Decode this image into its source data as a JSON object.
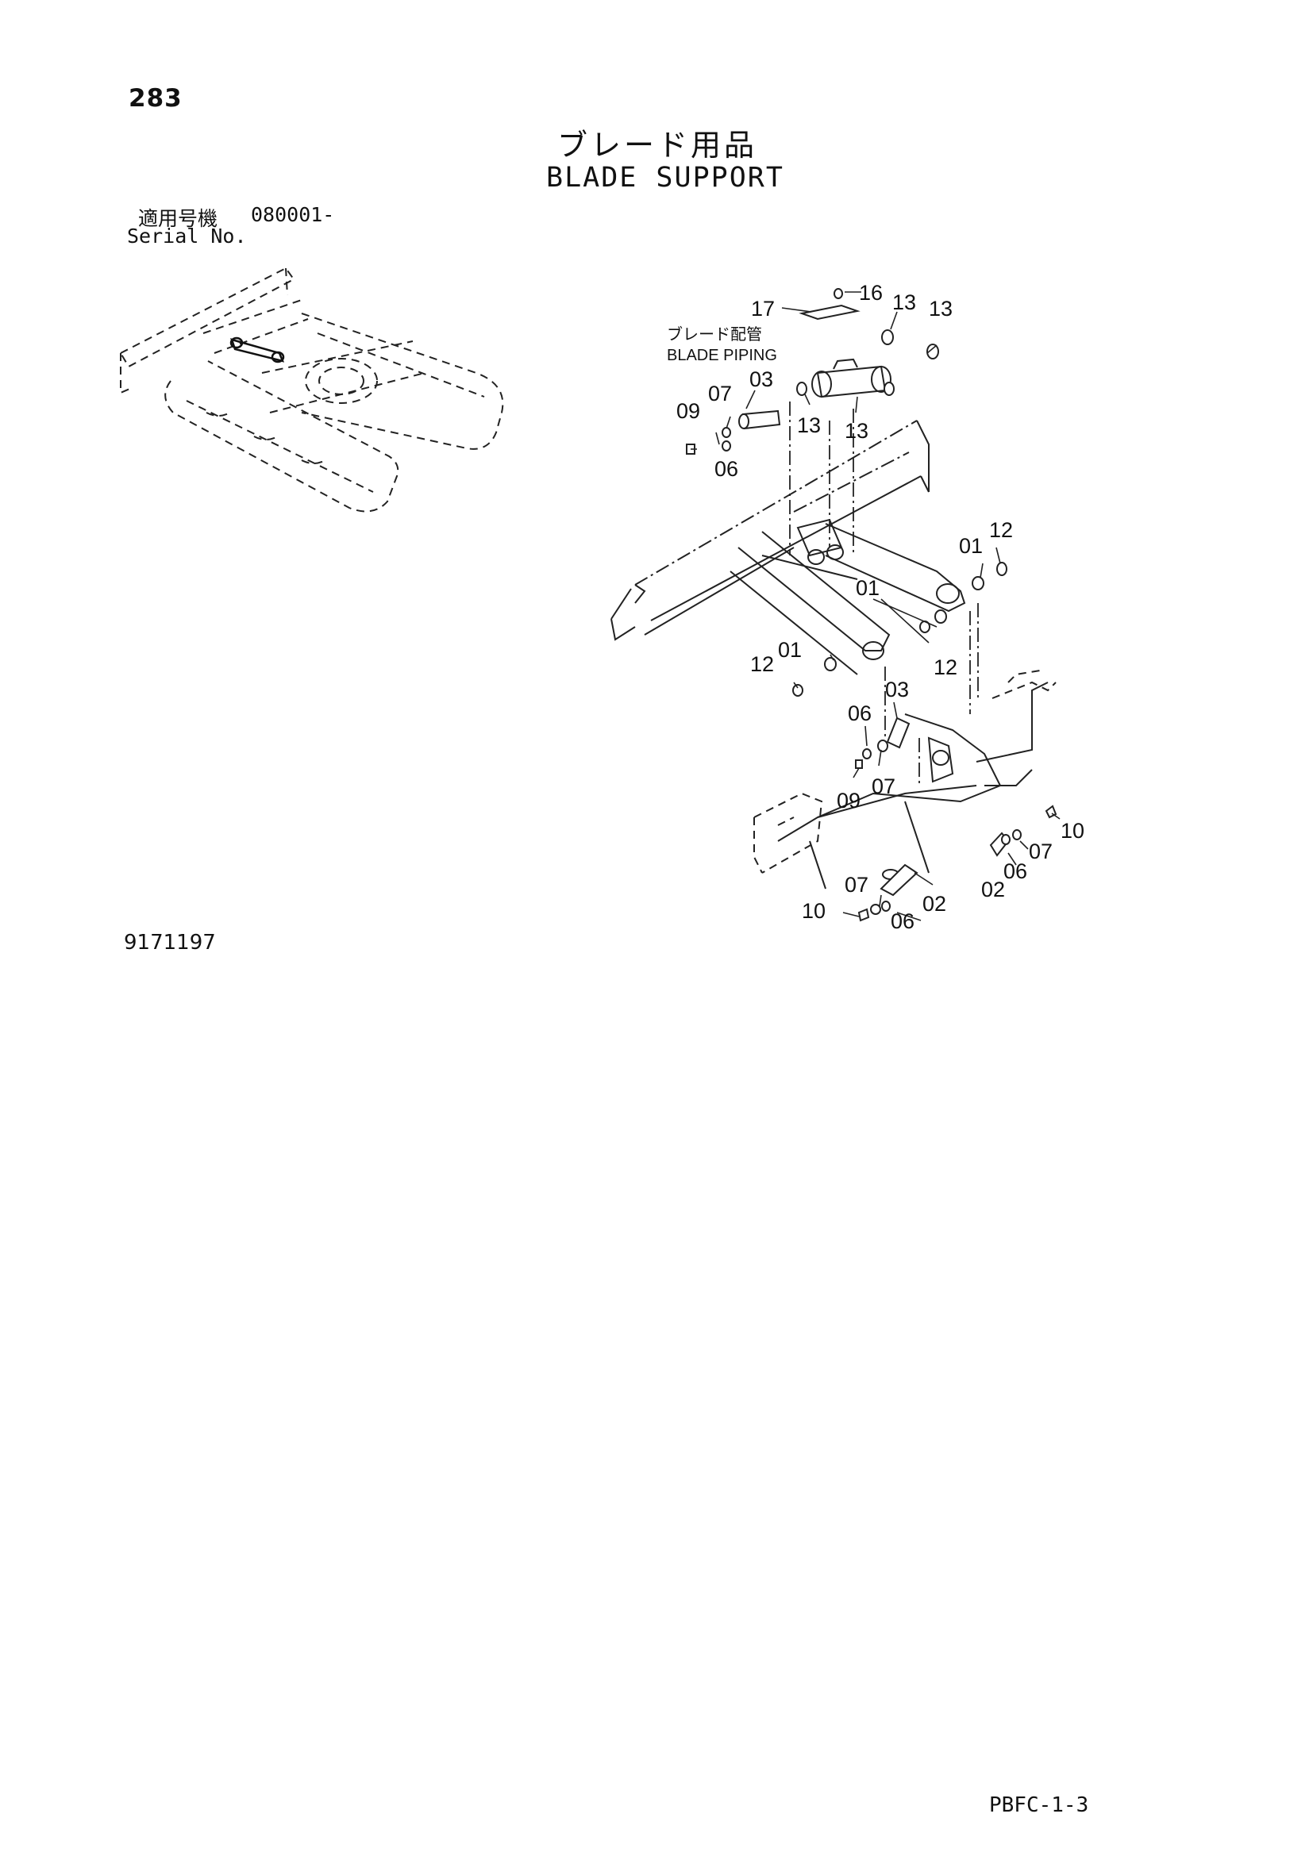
{
  "header": {
    "page_number": "283",
    "title_jp": "ブレード用品",
    "title_en": "BLADE SUPPORT"
  },
  "serial": {
    "label_jp": "適用号機",
    "value": "080001-",
    "label_en": "Serial No."
  },
  "diagram": {
    "note_jp": "ブレード配管",
    "note_en": "BLADE PIPING",
    "part_labels": [
      {
        "id": "17a",
        "text": "17"
      },
      {
        "id": "16a",
        "text": "16"
      },
      {
        "id": "13a",
        "text": "13"
      },
      {
        "id": "13b",
        "text": "13"
      },
      {
        "id": "13c",
        "text": "13"
      },
      {
        "id": "13d",
        "text": "13"
      },
      {
        "id": "07a",
        "text": "07"
      },
      {
        "id": "03a",
        "text": "03"
      },
      {
        "id": "09a",
        "text": "09"
      },
      {
        "id": "06a",
        "text": "06"
      },
      {
        "id": "12a",
        "text": "12"
      },
      {
        "id": "01a",
        "text": "01"
      },
      {
        "id": "01b",
        "text": "01"
      },
      {
        "id": "12b",
        "text": "12"
      },
      {
        "id": "01c",
        "text": "01"
      },
      {
        "id": "12c",
        "text": "12"
      },
      {
        "id": "03b",
        "text": "03"
      },
      {
        "id": "06b",
        "text": "06"
      },
      {
        "id": "07b",
        "text": "07"
      },
      {
        "id": "09b",
        "text": "09"
      },
      {
        "id": "10a",
        "text": "10"
      },
      {
        "id": "07c",
        "text": "07"
      },
      {
        "id": "06c",
        "text": "06"
      },
      {
        "id": "02a",
        "text": "02"
      },
      {
        "id": "07d",
        "text": "07"
      },
      {
        "id": "10b",
        "text": "10"
      },
      {
        "id": "02b",
        "text": "02"
      },
      {
        "id": "06d",
        "text": "06"
      }
    ]
  },
  "footer": {
    "drawing_number": "9171197",
    "doc_code": "PBFC-1-3"
  }
}
